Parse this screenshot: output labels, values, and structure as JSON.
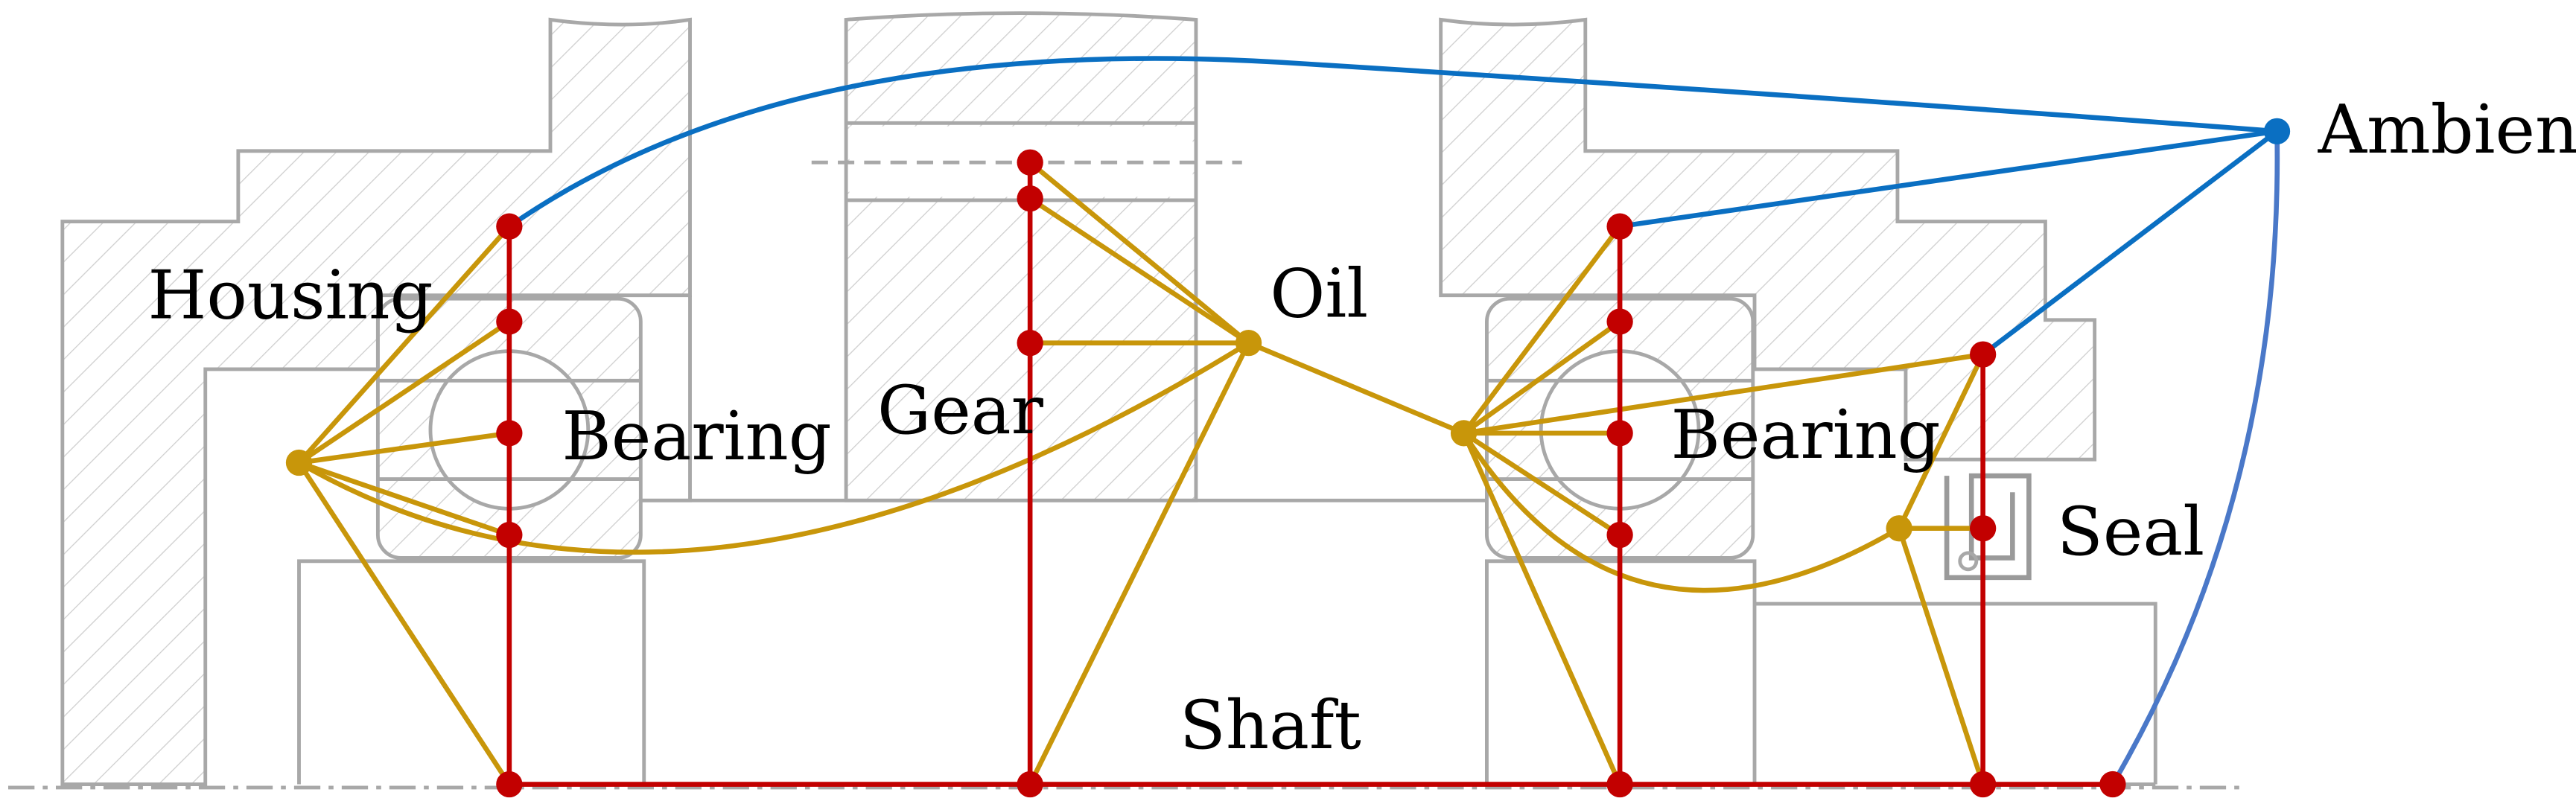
{
  "labels": {
    "housing": "Housing",
    "bearing_left": "Bearing",
    "gear": "Gear",
    "oil": "Oil",
    "bearing_right": "Bearing",
    "seal": "Seal",
    "shaft": "Shaft",
    "ambient": "Ambient"
  },
  "colors": {
    "structure": "#a8a8a8",
    "thermal_node_solid": "#c20000",
    "thermal_node_fluid": "#c8960a",
    "thermal_node_ambient": "#0a6fc2"
  }
}
